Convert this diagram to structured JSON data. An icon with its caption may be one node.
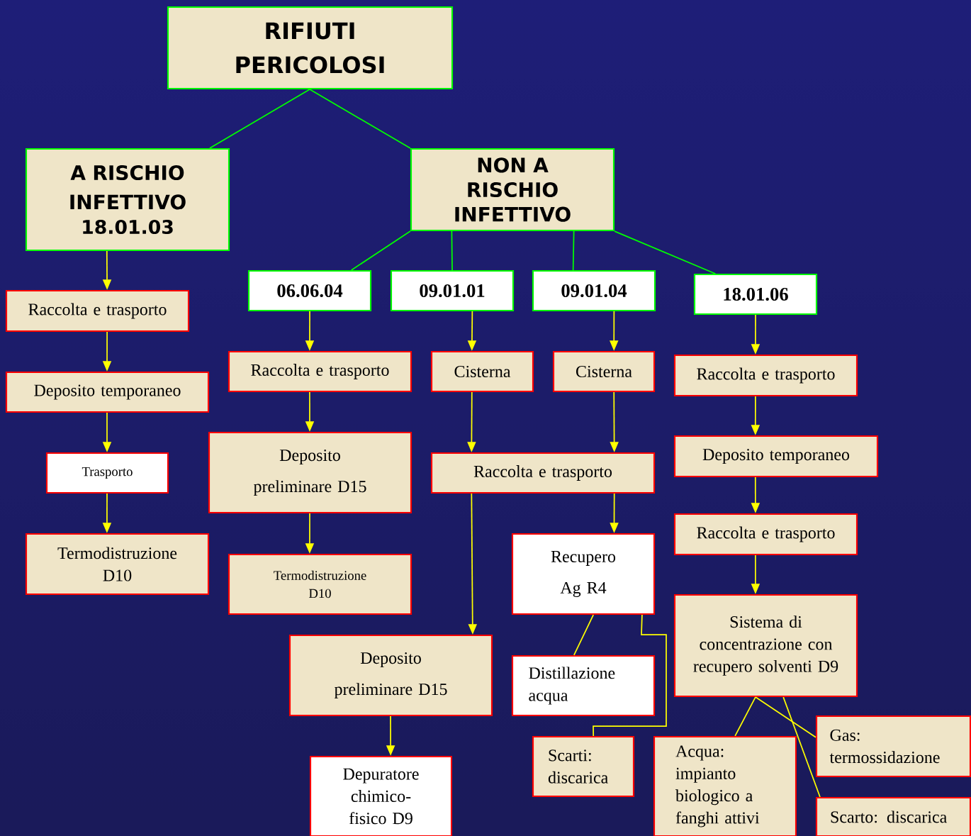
{
  "diagram": {
    "nodes": [
      {
        "text": [
          "RIFIUTI PERICOLOSI"
        ]
      },
      {
        "text": [
          "A RISCHIO INFETTIVO",
          "18.01.03"
        ]
      },
      {
        "text": [
          "NON A RISCHIO INFETTIVO"
        ]
      },
      {
        "text": [
          "06.06.04"
        ]
      },
      {
        "text": [
          "09.01.01"
        ]
      },
      {
        "text": [
          "09.01.04"
        ]
      },
      {
        "text": [
          "18.01.06"
        ]
      },
      {
        "text": [
          "Raccolta e trasporto"
        ]
      },
      {
        "text": [
          "Deposito temporaneo"
        ]
      },
      {
        "text": [
          "Trasporto"
        ]
      },
      {
        "text": [
          "Termodistruzione D10"
        ]
      },
      {
        "text": [
          "Raccolta e trasporto"
        ]
      },
      {
        "text": [
          "Deposito preliminare D15"
        ]
      },
      {
        "text": [
          "Termodistruzione D10"
        ]
      },
      {
        "text": [
          "Cisterna"
        ]
      },
      {
        "text": [
          "Cisterna"
        ]
      },
      {
        "text": [
          "Raccolta e trasporto"
        ]
      },
      {
        "text": [
          "Recupero Ag R4"
        ]
      },
      {
        "text": [
          "Deposito preliminare D15"
        ]
      },
      {
        "text": [
          "Depuratore chimico-fisico D9"
        ]
      },
      {
        "text": [
          "Distillazione acqua"
        ]
      },
      {
        "text": [
          "Scarti: discarica"
        ]
      },
      {
        "text": [
          "Raccolta e trasporto"
        ]
      },
      {
        "text": [
          "Deposito temporaneo"
        ]
      },
      {
        "text": [
          "Raccolta e trasporto"
        ]
      },
      {
        "text": [
          "Sistema di concentrazione con recupero solventi D9"
        ]
      },
      {
        "text": [
          "Acqua: impianto biologico a fanghi attivi"
        ]
      },
      {
        "text": [
          "Gas: termossidazione"
        ]
      },
      {
        "text": [
          "Scarto: discarica"
        ]
      }
    ],
    "edges": [
      {
        "from": 0,
        "to": 1,
        "arrow": "none",
        "color": "#00ff00"
      },
      {
        "from": 0,
        "to": 2,
        "arrow": "none",
        "color": "#00ff00"
      },
      {
        "from": 2,
        "to": 3,
        "arrow": "none",
        "color": "#00ff00"
      },
      {
        "from": 2,
        "to": 4,
        "arrow": "none",
        "color": "#00ff00"
      },
      {
        "from": 2,
        "to": 5,
        "arrow": "none",
        "color": "#00ff00"
      },
      {
        "from": 2,
        "to": 6,
        "arrow": "none",
        "color": "#00ff00"
      },
      {
        "from": 1,
        "to": 7,
        "arrow": "to"
      },
      {
        "from": 7,
        "to": 8,
        "arrow": "to"
      },
      {
        "from": 8,
        "to": 9,
        "arrow": "to"
      },
      {
        "from": 9,
        "to": 10,
        "arrow": "to"
      },
      {
        "from": 3,
        "to": 11,
        "arrow": "to"
      },
      {
        "from": 11,
        "to": 12,
        "arrow": "to"
      },
      {
        "from": 12,
        "to": 13,
        "arrow": "to"
      },
      {
        "from": 4,
        "to": 14,
        "arrow": "to"
      },
      {
        "from": 5,
        "to": 15,
        "arrow": "to"
      },
      {
        "from": 14,
        "to": 16,
        "arrow": "to"
      },
      {
        "from": 15,
        "to": 16,
        "arrow": "to"
      },
      {
        "from": 16,
        "to": 17,
        "arrow": "to"
      },
      {
        "from": 16,
        "to": 18,
        "arrow": "to"
      },
      {
        "from": 18,
        "to": 19,
        "arrow": "to"
      },
      {
        "from": 6,
        "to": 22,
        "arrow": "to"
      },
      {
        "from": 22,
        "to": 23,
        "arrow": "to"
      },
      {
        "from": 23,
        "to": 24,
        "arrow": "to"
      },
      {
        "from": 24,
        "to": 25,
        "arrow": "to"
      },
      {
        "from": 17,
        "to": 20,
        "arrow": "none"
      },
      {
        "from": 17,
        "to": 21,
        "arrow": "none"
      },
      {
        "from": 25,
        "to": 26,
        "arrow": "none"
      },
      {
        "from": 25,
        "to": 27,
        "arrow": "none"
      },
      {
        "from": 25,
        "to": 28,
        "arrow": "none"
      }
    ]
  }
}
